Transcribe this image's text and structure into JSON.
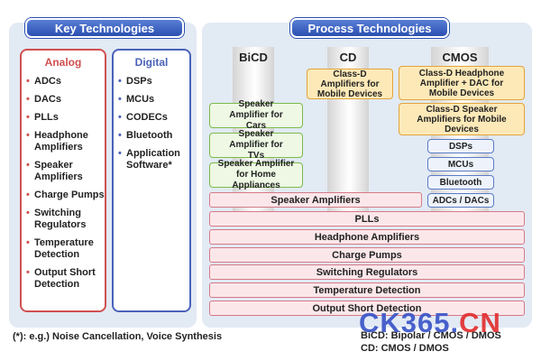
{
  "key_technologies": {
    "title": "Key Technologies",
    "analog": {
      "title": "Analog",
      "items": [
        "ADCs",
        "DACs",
        "PLLs",
        "Headphone Amplifiers",
        "Speaker Amplifiers",
        "Charge Pumps",
        "Switching Regulators",
        "Temperature Detection",
        "Output Short Detection"
      ]
    },
    "digital": {
      "title": "Digital",
      "items": [
        "DSPs",
        "MCUs",
        "CODECs",
        "Bluetooth",
        "Application Software*"
      ]
    }
  },
  "process_technologies": {
    "title": "Process Technologies",
    "columns": [
      "BiCD",
      "CD",
      "CMOS"
    ],
    "bicd_boxes": [
      "Speaker Amplifier for Cars",
      "Speaker Amplifier for TVs",
      "Speaker Amplifier for Home Appliances"
    ],
    "cd_boxes": [
      "Class-D Amplifiers for Mobile Devices"
    ],
    "cmos_orange": [
      "Class-D Headphone Amplifier + DAC for Mobile Devices",
      "Class-D Speaker Amplifiers for Mobile Devices"
    ],
    "cmos_blue": [
      "DSPs",
      "MCUs",
      "Bluetooth",
      "ADCs / DACs"
    ],
    "bars": [
      "Speaker Amplifiers",
      "PLLs",
      "Headphone Amplifiers",
      "Charge Pumps",
      "Switching Regulators",
      "Temperature Detection",
      "Output Short Detection"
    ]
  },
  "footnote": "(*): e.g.) Noise Cancellation, Voice Synthesis",
  "legend": [
    "BiCD: Bipolar / CMOS / DMOS",
    "CD: CMOS / DMOS"
  ],
  "watermark": {
    "part1": "CK365",
    "dot": ".",
    "part2": "CN"
  },
  "colors": {
    "analog": "#d05050",
    "digital": "#4a62b8",
    "header": "#2a4fb0",
    "watermark_blue": "#3a55c8",
    "watermark_red": "#e23030"
  }
}
